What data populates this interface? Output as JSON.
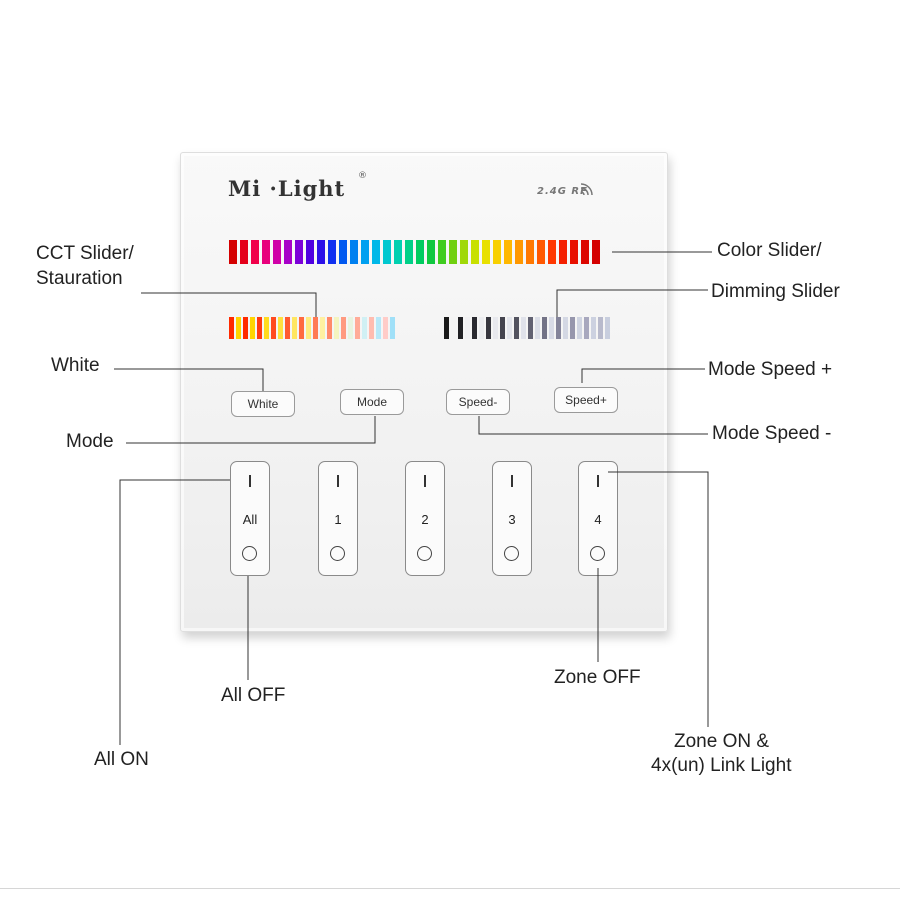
{
  "panel": {
    "brand": "Mi ·Light",
    "registered": "®",
    "rf_label": "2.4G RF",
    "buttons": {
      "white": "White",
      "mode": "Mode",
      "speed_minus": "Speed-",
      "speed_plus": "Speed+"
    },
    "zones": [
      {
        "label": "All"
      },
      {
        "label": "1"
      },
      {
        "label": "2"
      },
      {
        "label": "3"
      },
      {
        "label": "4"
      }
    ]
  },
  "callouts": {
    "cct_slider_line1": "CCT Slider/",
    "cct_slider_line2": "Stauration",
    "color_slider": "Color Slider/",
    "dimming_slider": "Dimming Slider",
    "white": "White",
    "mode": "Mode",
    "mode_speed_plus": "Mode Speed +",
    "mode_speed_minus": "Mode Speed -",
    "all_off": "All OFF",
    "all_on": "All ON",
    "zone_off": "Zone OFF",
    "zone_on_line1": "Zone ON &",
    "zone_on_line2": "4x(un) Link Light"
  },
  "colors": {
    "color_strip": [
      "#d40000",
      "#e4001a",
      "#f0004a",
      "#e8007c",
      "#d000a8",
      "#a800c8",
      "#7c00d8",
      "#5000e0",
      "#2c10e8",
      "#1030f0",
      "#0058f0",
      "#0080f0",
      "#00a0f0",
      "#00b8e8",
      "#00c8d0",
      "#00d0b0",
      "#00d088",
      "#00cc60",
      "#10c840",
      "#40cc20",
      "#70d010",
      "#a0d808",
      "#c8e000",
      "#e8e000",
      "#f8d000",
      "#ffb800",
      "#ff9800",
      "#ff7800",
      "#ff5800",
      "#ff3800",
      "#f42000",
      "#e81000",
      "#dc0600",
      "#d40000"
    ],
    "cct_strip": [
      "#ff2a00",
      "#ffd400",
      "#ff2a00",
      "#ffd400",
      "#ff3a10",
      "#ffdb20",
      "#ff4a20",
      "#ffe040",
      "#ff5a30",
      "#ffe660",
      "#ff6a40",
      "#ffec80",
      "#ff7a55",
      "#fff0a0",
      "#ff8a6a",
      "#f4f4c0",
      "#ff9a80",
      "#e8f4e0",
      "#ffab98",
      "#d0f0f4",
      "#ffbcb0",
      "#b8e8f8",
      "#ffccc8",
      "#a0e0f8"
    ],
    "dim_strip": [
      "#1a1a1a",
      "#f4f4f4",
      "#202024",
      "#f0f0f2",
      "#2a2a30",
      "#ecedf0",
      "#36363e",
      "#e8e9ee",
      "#44444e",
      "#e4e6ec",
      "#53535f",
      "#e0e2ea",
      "#626272",
      "#dcdfe8",
      "#737386",
      "#d8dbe6",
      "#84849a",
      "#d4d8e4",
      "#9696ac",
      "#d0d5e2",
      "#a8a8be",
      "#ccd1e0",
      "#b8bacc",
      "#c8cede"
    ]
  }
}
